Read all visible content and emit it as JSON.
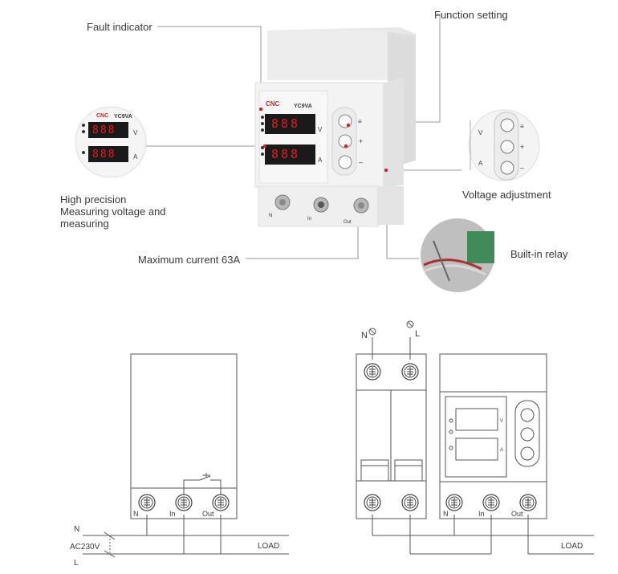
{
  "callouts": {
    "fault_indicator": "Fault indicator",
    "function_setting": "Function setting",
    "high_precision_l1": "High precision",
    "high_precision_l2": "Measuring voltage and",
    "high_precision_l3": "measuring",
    "voltage_adjustment": "Voltage adjustment",
    "built_in_relay": "Built-in relay",
    "max_current": "Maximum current 63A"
  },
  "device": {
    "brand": "CNC",
    "model": "YC9VA",
    "display_top": "888",
    "display_bottom": "888",
    "unit_v": "V",
    "unit_a": "A",
    "btn_menu": "≡",
    "btn_plus": "+",
    "btn_minus": "–",
    "term_n": "N",
    "term_in": "In",
    "term_out": "Out"
  },
  "diagram_left": {
    "term_n": "N",
    "term_in": "In",
    "term_out": "Out",
    "supply_n": "N",
    "supply_v": "AC230V",
    "supply_l": "L",
    "load": "LOAD"
  },
  "diagram_right": {
    "top_n": "N",
    "top_l": "L",
    "term_n": "N",
    "term_in": "In",
    "term_out": "Out",
    "unit_v": "V",
    "unit_a": "A",
    "load": "LOAD"
  },
  "colors": {
    "accent": "#e31b23",
    "line": "#555555",
    "display_bg": "#1a1a1a"
  }
}
